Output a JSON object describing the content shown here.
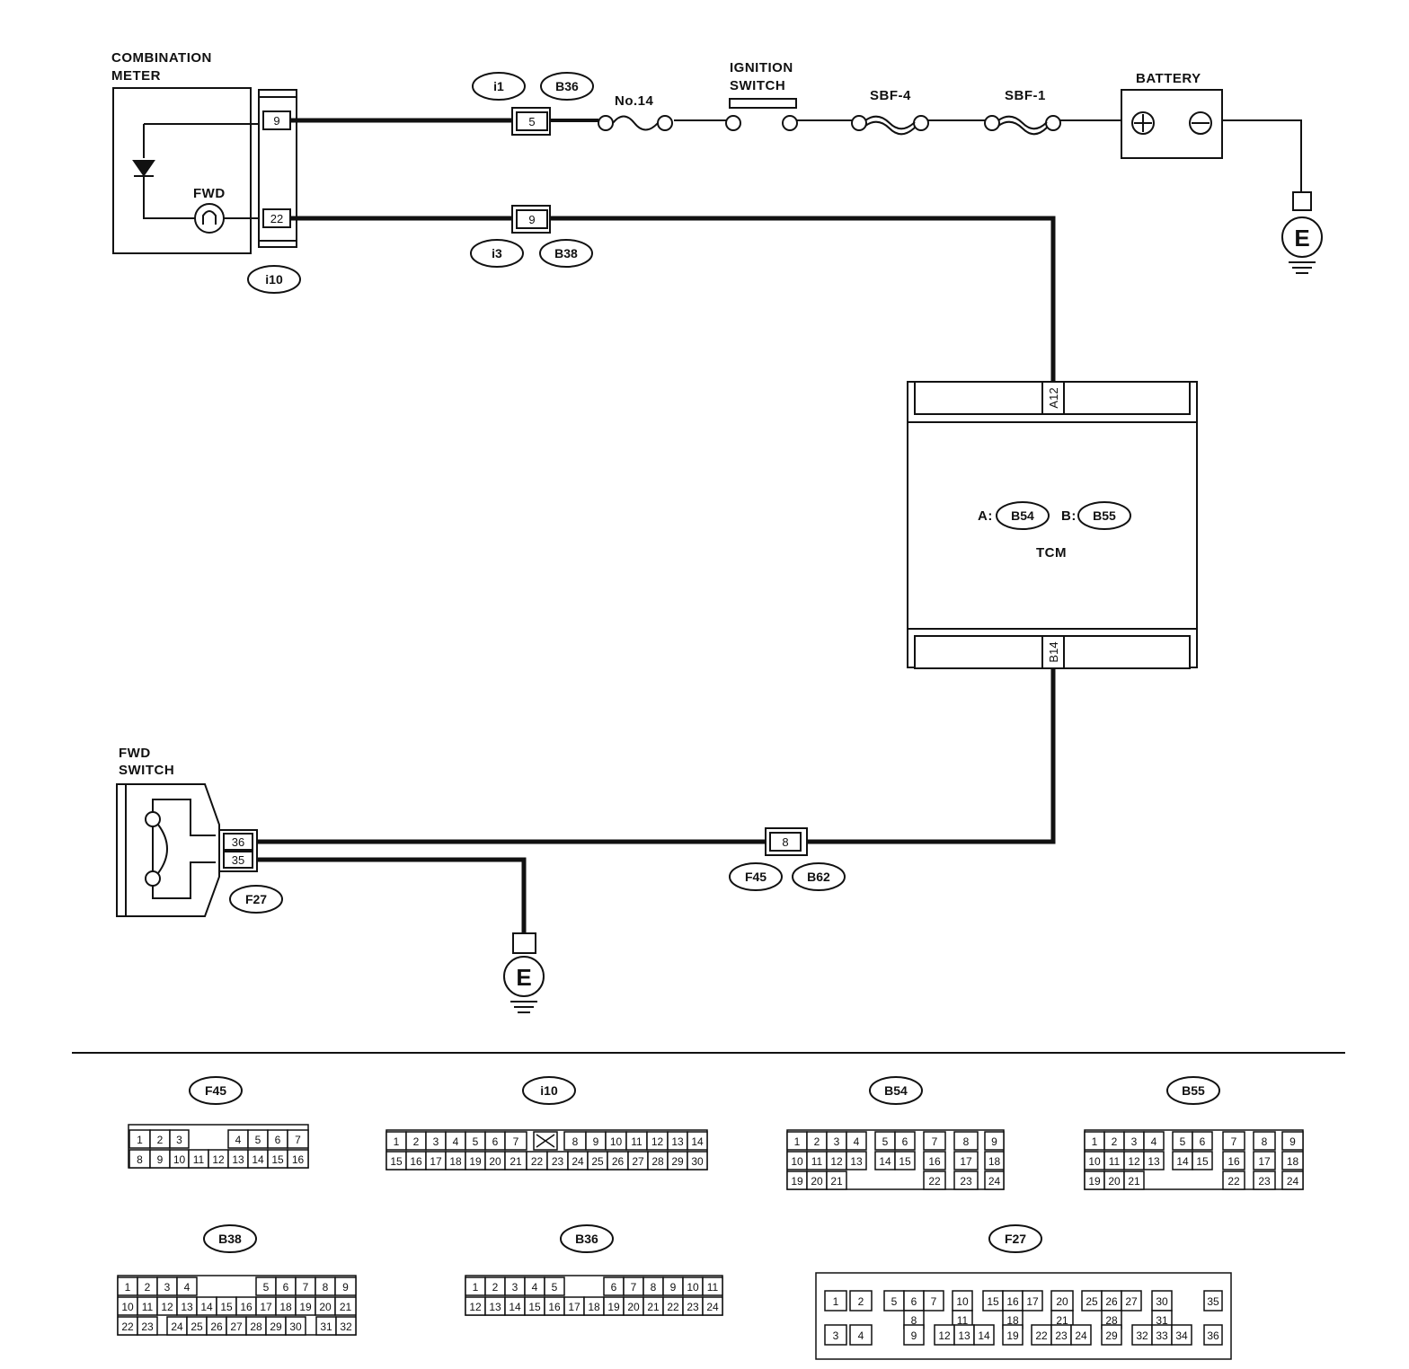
{
  "labels": {
    "combination_meter": [
      "COMBINATION",
      "METER"
    ],
    "fwd_lamp": "FWD",
    "fuse_no14": "No.14",
    "ignition_switch": [
      "IGNITION",
      "SWITCH"
    ],
    "sbf4": "SBF-4",
    "sbf1": "SBF-1",
    "battery": "BATTERY",
    "tcm": "TCM",
    "fwd_switch": [
      "FWD",
      "SWITCH"
    ],
    "ground": "E",
    "tcm_conn_a_prefix": "A:",
    "tcm_conn_b_prefix": "B:"
  },
  "connectors": {
    "i1": "i1",
    "b36": "B36",
    "i3": "i3",
    "b38": "B38",
    "i10": "i10",
    "b54": "B54",
    "b55": "B55",
    "f45": "F45",
    "b62": "B62",
    "f27": "F27"
  },
  "pins": {
    "meter_top": "9",
    "meter_bottom": "22",
    "i1_pin": "5",
    "i3_pin": "9",
    "tcm_a": "A12",
    "tcm_b": "B14",
    "sw_top": "36",
    "sw_bottom": "35",
    "f45_pin": "8"
  },
  "connector_faces": {
    "F45": {
      "title": "F45",
      "rows": [
        [
          "1",
          "2",
          "3",
          "",
          "4",
          "5",
          "6",
          "7"
        ],
        [
          "8",
          "9",
          "10",
          "11",
          "12",
          "13",
          "14",
          "15",
          "16"
        ]
      ]
    },
    "i10": {
      "title": "i10",
      "rows": [
        [
          "1",
          "2",
          "3",
          "4",
          "5",
          "6",
          "7",
          "X",
          "8",
          "9",
          "10",
          "11",
          "12",
          "13",
          "14"
        ],
        [
          "15",
          "16",
          "17",
          "18",
          "19",
          "20",
          "21",
          "22",
          "23",
          "24",
          "25",
          "26",
          "27",
          "28",
          "29",
          "30"
        ]
      ]
    },
    "B54": {
      "title": "B54",
      "rows": [
        [
          "1",
          "2",
          "3",
          "4",
          "5",
          "6",
          "7",
          "8",
          "9"
        ],
        [
          "10",
          "11",
          "12",
          "13",
          "14",
          "15",
          "16",
          "17",
          "18"
        ],
        [
          "19",
          "20",
          "21",
          "22",
          "23",
          "24"
        ]
      ]
    },
    "B55": {
      "title": "B55",
      "rows": [
        [
          "1",
          "2",
          "3",
          "4",
          "5",
          "6",
          "7",
          "8",
          "9"
        ],
        [
          "10",
          "11",
          "12",
          "13",
          "14",
          "15",
          "16",
          "17",
          "18"
        ],
        [
          "19",
          "20",
          "21",
          "22",
          "23",
          "24"
        ]
      ]
    },
    "B38": {
      "title": "B38",
      "rows": [
        [
          "1",
          "2",
          "3",
          "4",
          "5",
          "6",
          "7",
          "8",
          "9"
        ],
        [
          "10",
          "11",
          "12",
          "13",
          "14",
          "15",
          "16",
          "17",
          "18",
          "19",
          "20",
          "21"
        ],
        [
          "22",
          "23",
          "24",
          "25",
          "26",
          "27",
          "28",
          "29",
          "30",
          "31",
          "32"
        ]
      ]
    },
    "B36": {
      "title": "B36",
      "rows": [
        [
          "1",
          "2",
          "3",
          "4",
          "5",
          "6",
          "7",
          "8",
          "9",
          "10",
          "11"
        ],
        [
          "12",
          "13",
          "14",
          "15",
          "16",
          "17",
          "18",
          "19",
          "20",
          "21",
          "22",
          "23",
          "24"
        ]
      ]
    },
    "F27": {
      "title": "F27",
      "rows": [
        [
          "1",
          "2",
          "5",
          "6",
          "7",
          "10",
          "15",
          "16",
          "17",
          "20",
          "25",
          "26",
          "27",
          "30",
          "35"
        ],
        [
          "8",
          "11",
          "18",
          "21",
          "28",
          "31"
        ],
        [
          "3",
          "4",
          "9",
          "12",
          "13",
          "14",
          "19",
          "22",
          "23",
          "24",
          "29",
          "32",
          "33",
          "34",
          "36"
        ]
      ]
    }
  }
}
